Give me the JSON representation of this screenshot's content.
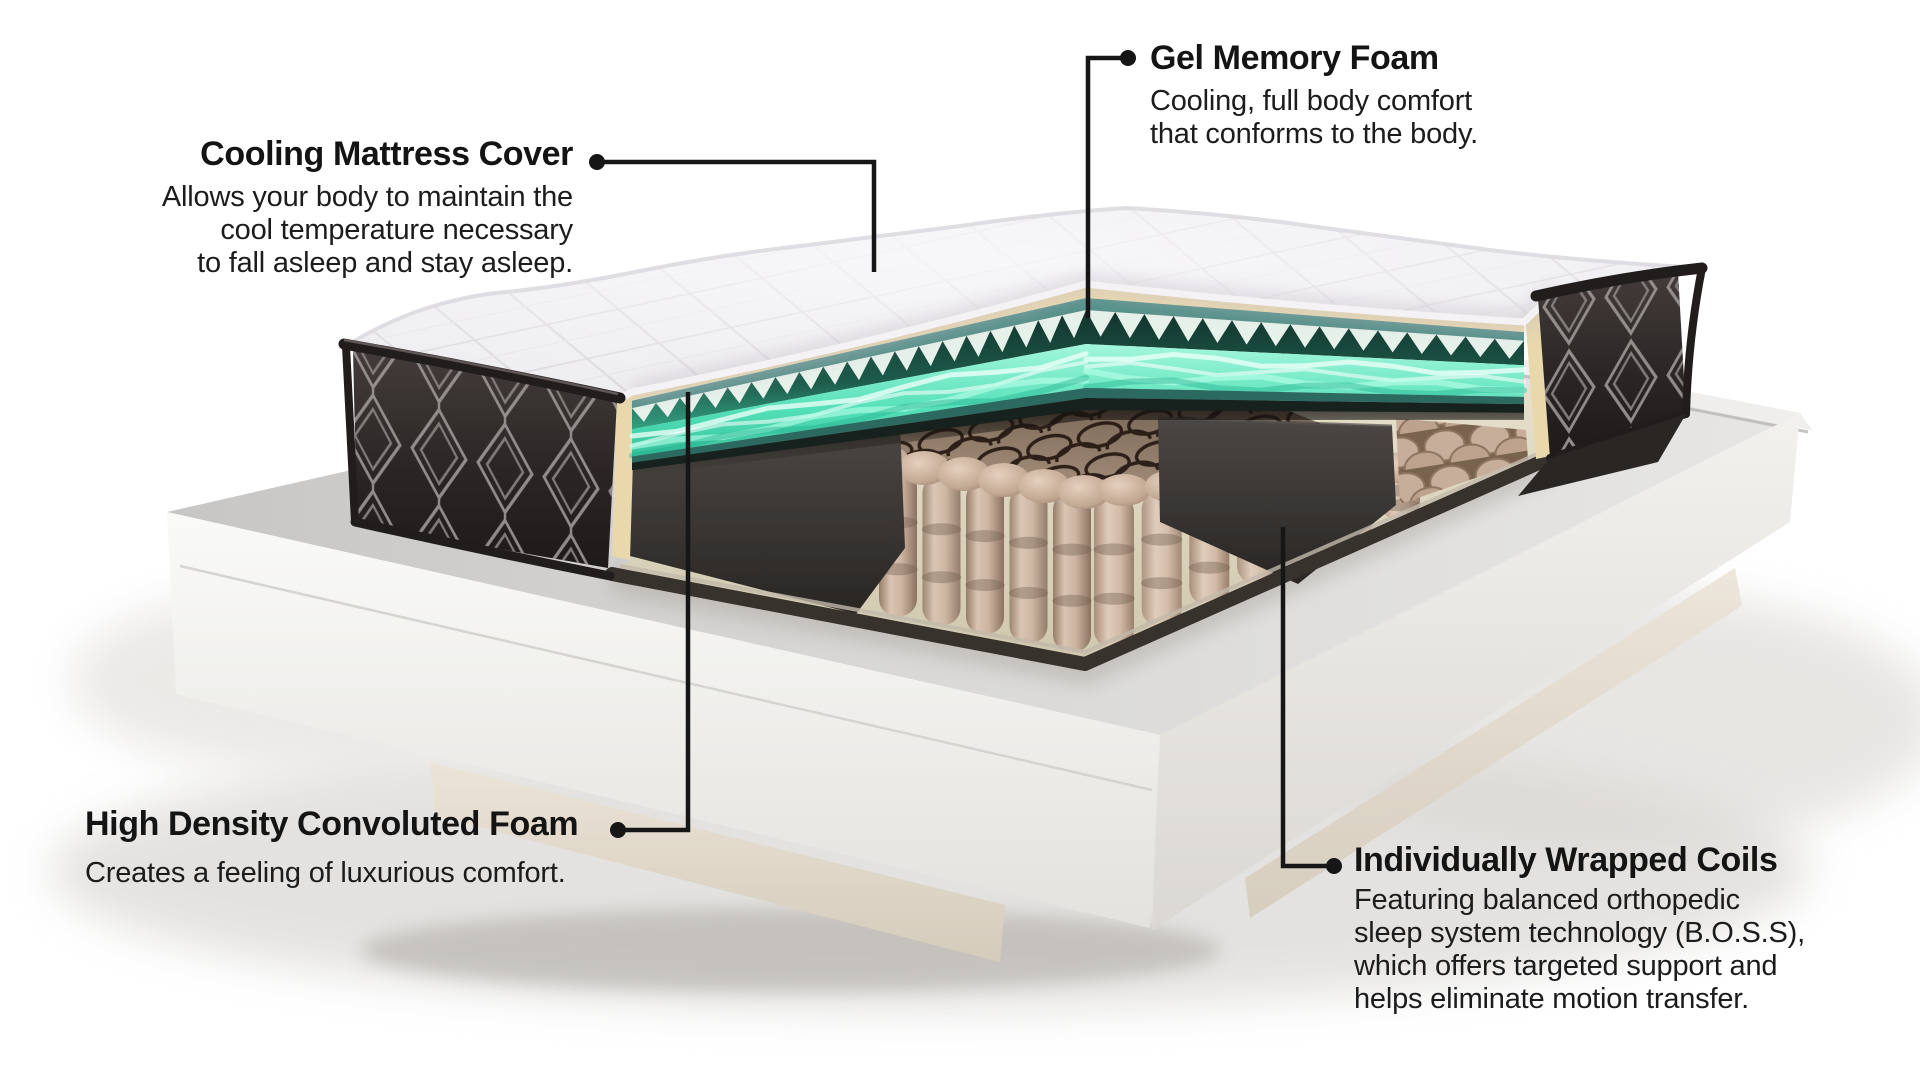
{
  "page": {
    "type": "product-feature-diagram",
    "subject": "hybrid mattress cutaway on platform bed base",
    "background_color": "#ffffff",
    "line_color": "#161616"
  },
  "callouts": [
    {
      "id": "cooling-mattress-cover",
      "title": "Cooling Mattress Cover",
      "lines": [
        "Allows your body to maintain the",
        "cool temperature necessary",
        "to fall asleep and stay asleep."
      ]
    },
    {
      "id": "gel-memory-foam",
      "title": "Gel Memory Foam",
      "lines": [
        "Cooling, full body comfort",
        "that conforms to the body."
      ]
    },
    {
      "id": "high-density-convoluted-foam",
      "title": "High Density Convoluted Foam",
      "lines": [
        "Creates a feeling of luxurious comfort."
      ]
    },
    {
      "id": "individually-wrapped-coils",
      "title": "Individually Wrapped Coils",
      "lines": [
        "Featuring balanced orthopedic",
        "sleep system technology (B.O.S.S),",
        "which offers targeted support and",
        "helps eliminate motion transfer."
      ]
    }
  ],
  "illustration": {
    "layers": [
      "quilted-cooling-cover",
      "comfort-foam-layer",
      "gel-memory-foam-layer",
      "high-density-convoluted-foam",
      "individually-wrapped-coils",
      "quilted-side-panel",
      "platform-base"
    ],
    "colors": {
      "gel_teal": "#45d2a9",
      "foam_cream": "#ecdbae",
      "teal_board": "#56908a",
      "coil_tan": "#cbb3a0",
      "wire_brown": "#241712",
      "panel_charcoal": "#2b2625",
      "foam_charcoal": "#3a3735",
      "platform_white": "#f5f4f2",
      "quilt_white": "#eceaee"
    }
  }
}
